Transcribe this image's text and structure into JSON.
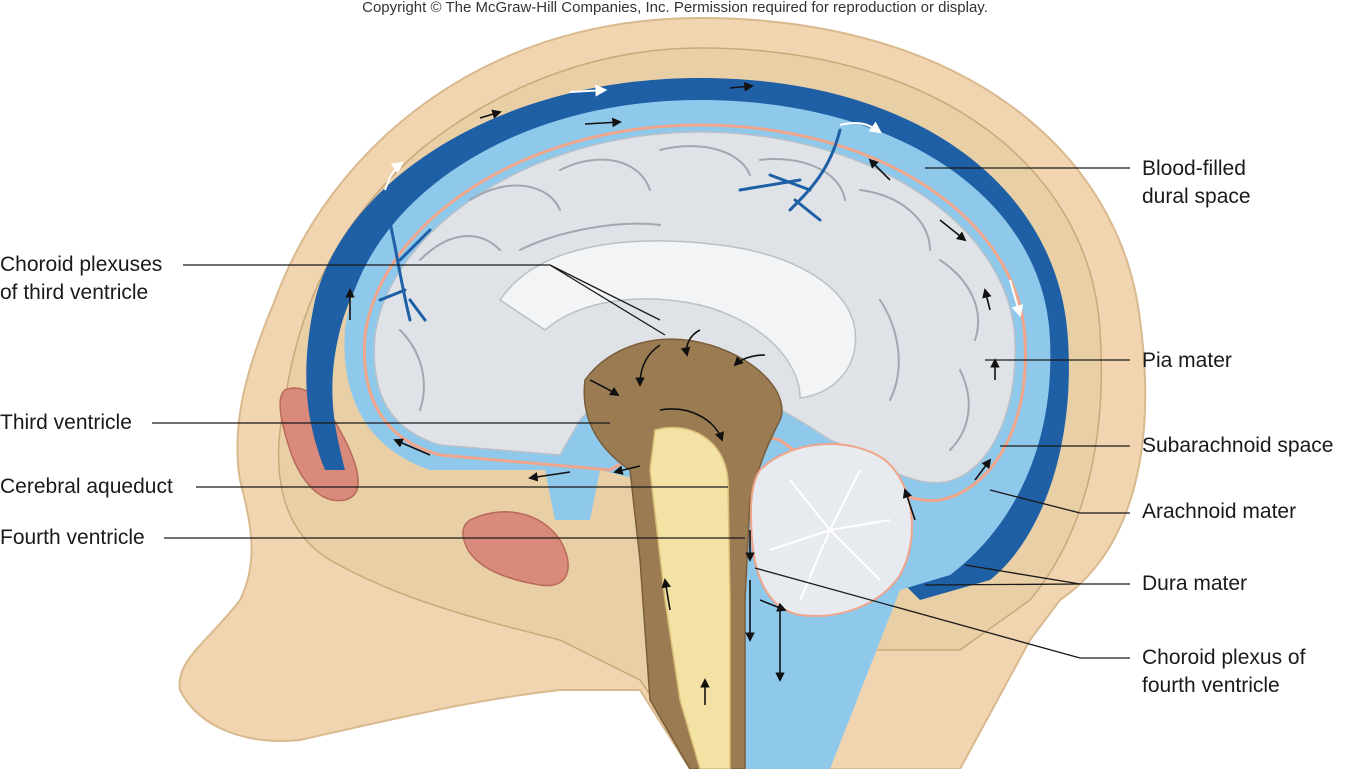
{
  "copyright": "Copyright © The McGraw-Hill Companies, Inc. Permission required for reproduction or display.",
  "labels": {
    "blood_filled": [
      "Blood-filled",
      "dural space"
    ],
    "choroid_third": [
      "Choroid plexuses",
      "of third ventricle"
    ],
    "pia_mater": "Pia mater",
    "third_ventricle": "Third ventricle",
    "subarachnoid": "Subarachnoid space",
    "cerebral_aqueduct": "Cerebral aqueduct",
    "arachnoid_mater": "Arachnoid mater",
    "fourth_ventricle": "Fourth ventricle",
    "dura_mater": "Dura mater",
    "choroid_fourth": [
      "Choroid plexus of",
      "fourth ventricle"
    ]
  },
  "colors": {
    "skin": "#f1d5b0",
    "bone": "#e9cfa6",
    "dural_sinus": "#1e5fa5",
    "csf": "#8ec9ec",
    "pia": "#f0a58a",
    "brain": "#dfe3e8",
    "brainstem": "#9b7b52",
    "cord": "#f4e2a4",
    "sinus_cavity": "#d98a7a"
  }
}
